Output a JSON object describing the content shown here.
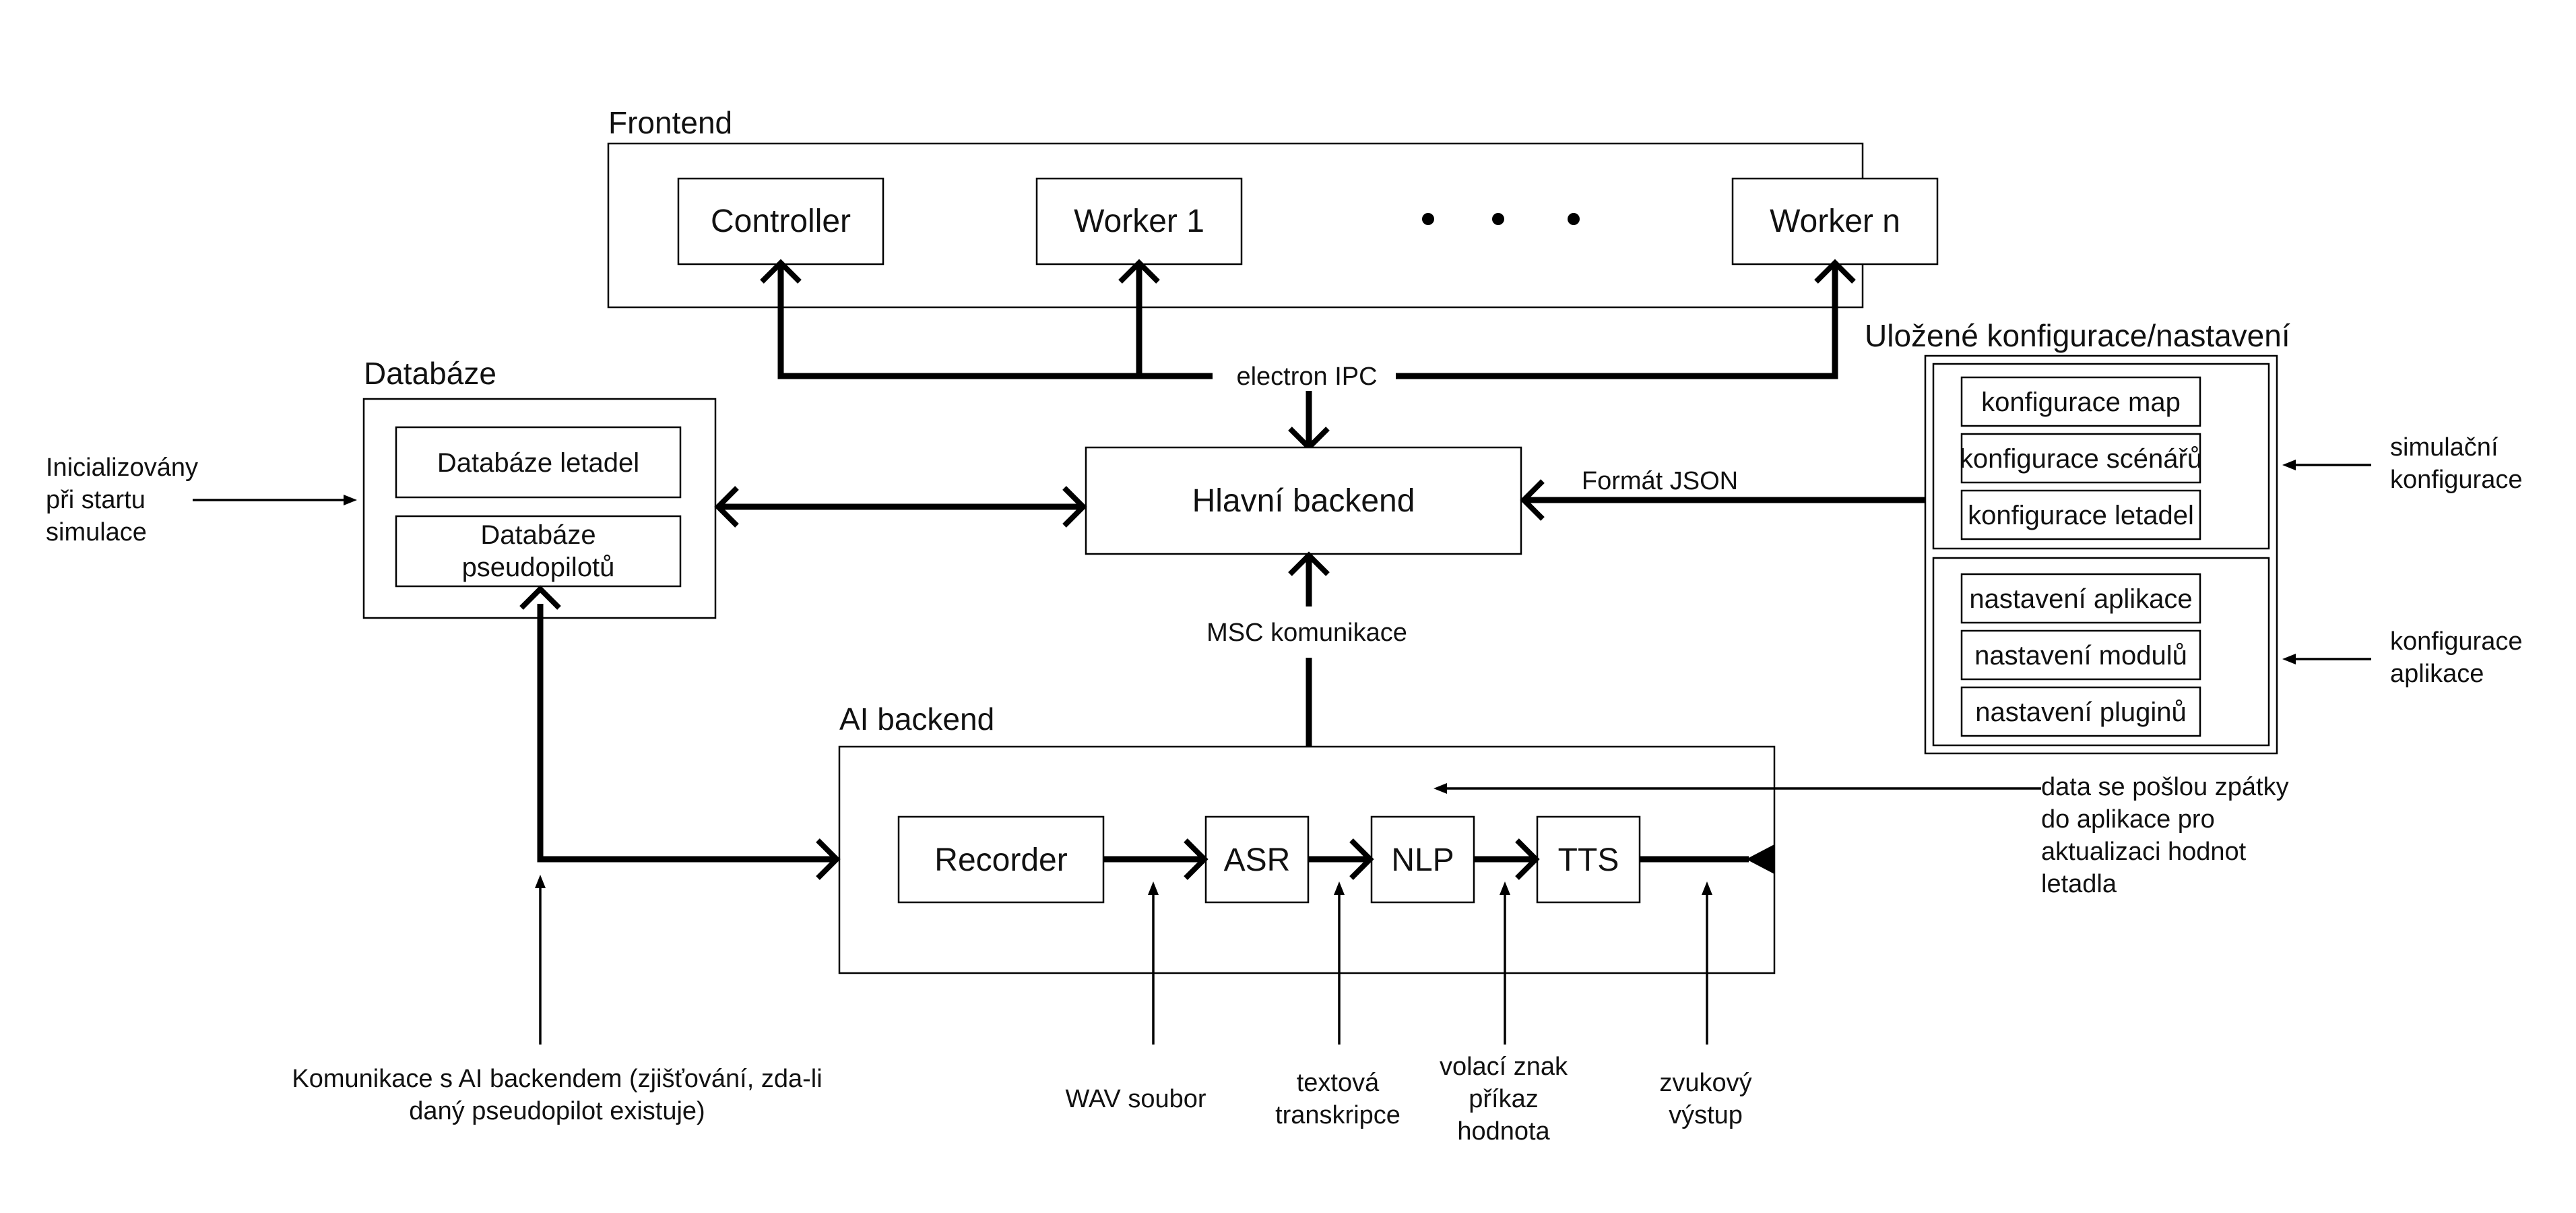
{
  "groups": {
    "frontend": "Frontend",
    "databaze": "Databáze",
    "ulozene": "Uložené konfigurace/nastavení",
    "ai_backend": "AI backend"
  },
  "frontend": {
    "controller": "Controller",
    "worker1": "Worker 1",
    "workern": "Worker n"
  },
  "databaze": {
    "letadel": "Databáze letadel",
    "pseudopilotu_line1": "Databáze",
    "pseudopilotu_line2": "pseudopilotů"
  },
  "config": {
    "map": "konfigurace map",
    "scenaru": "konfigurace scénářů",
    "letadel": "konfigurace letadel",
    "aplikace": "nastavení aplikace",
    "modulu": "nastavení modulů",
    "pluginu": "nastavení pluginů"
  },
  "main": {
    "hlavni_backend": "Hlavní backend"
  },
  "ai": {
    "recorder": "Recorder",
    "asr": "ASR",
    "nlp": "NLP",
    "tts": "TTS"
  },
  "labels": {
    "electron_ipc": "electron IPC",
    "format_json": "Formát JSON",
    "msc": "MSC komunikace",
    "init_1": "Inicializovány",
    "init_2": "při startu",
    "init_3": "simulace",
    "sim_1": "simulační",
    "sim_2": "konfigurace",
    "app_1": "konfigurace",
    "app_2": "aplikace",
    "data_1": "data se pošlou zpátky",
    "data_2": "do aplikace pro",
    "data_3": "aktualizaci hodnot",
    "data_4": "letadla",
    "komunikace_1": "Komunikace s AI backendem (zjišťování, zda-li",
    "komunikace_2": "daný pseudopilot existuje)",
    "wav": "WAV soubor",
    "text_1": "textová",
    "text_2": "transkripce",
    "vol_1": "volací znak",
    "vol_2": "příkaz",
    "vol_3": "hodnota",
    "zvuk_1": "zvukový",
    "zvuk_2": "výstup"
  }
}
